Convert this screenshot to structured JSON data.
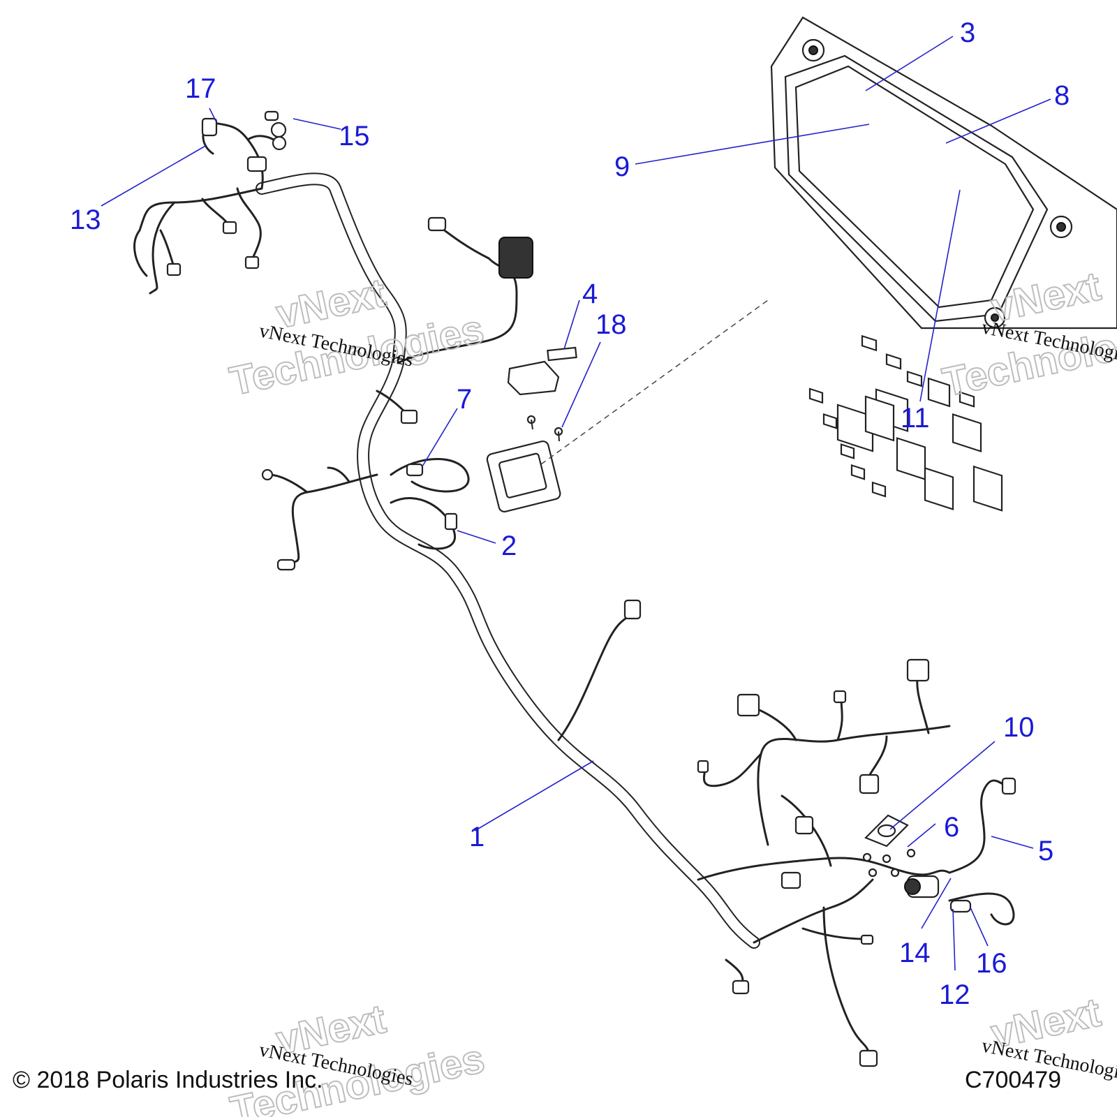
{
  "callouts": {
    "c1": "1",
    "c2": "2",
    "c3": "3",
    "c4": "4",
    "c5": "5",
    "c6": "6",
    "c7": "7",
    "c8": "8",
    "c9": "9",
    "c10": "10",
    "c11": "11",
    "c12": "12",
    "c13": "13",
    "c14": "14",
    "c15": "15",
    "c16": "16",
    "c17": "17",
    "c18": "18"
  },
  "watermark": {
    "company": "vNext Technologies",
    "word1": "vNext",
    "word2": "Technologies"
  },
  "footer": {
    "copyright": "© 2018 Polaris Industries Inc.",
    "code": "C700479"
  },
  "colors": {
    "callout": "#1a1ad6",
    "line": "#222222",
    "watermark_outline": "#bdbdbd"
  }
}
